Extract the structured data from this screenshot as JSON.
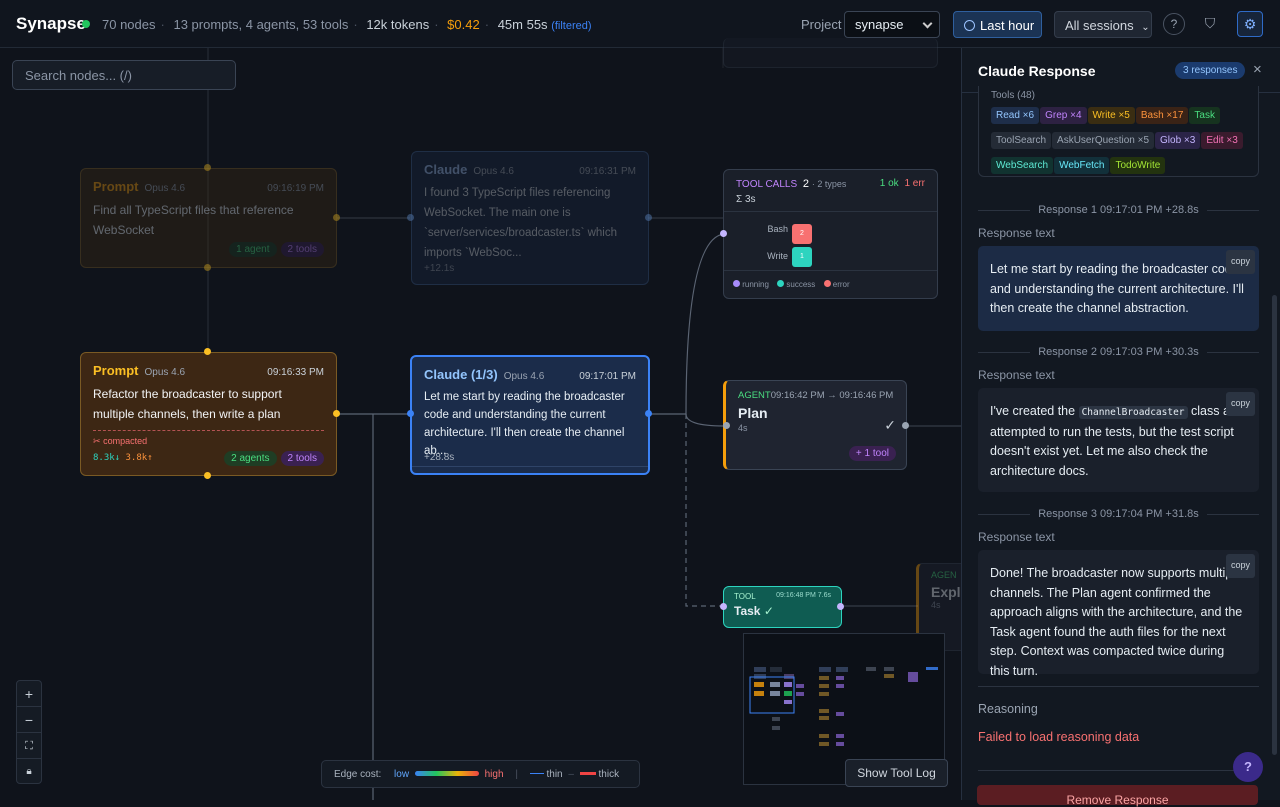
{
  "app": {
    "brand": "Synapse",
    "nodes": "70 nodes",
    "breakdown": "13 prompts, 4 agents, 53 tools",
    "tokens": "12k tokens",
    "cost": "$0.42",
    "duration": "45m 55s",
    "filtered": "(filtered)",
    "sep": "·"
  },
  "header": {
    "project_label": "Project",
    "project_value": "synapse",
    "time_range": "Last hour",
    "sessions": "All sessions",
    "help": "?"
  },
  "search": {
    "placeholder": "Search nodes... (/)"
  },
  "nodes": {
    "prompt1": {
      "title": "Prompt",
      "model": "Opus 4.6",
      "time": "09:16:19 PM",
      "text": "Find all TypeScript files that reference WebSocket",
      "agents": "1 agent",
      "tools": "2 tools"
    },
    "claude1": {
      "title": "Claude",
      "model": "Opus 4.6",
      "time": "09:16:31 PM",
      "text": "I found 3 TypeScript files referencing WebSocket. The main one is `server/services/broadcaster.ts` which imports `WebSoc...",
      "delta": "+12.1s"
    },
    "toolcalls": {
      "title": "TOOL CALLS",
      "count": "2",
      "types": "· 2 types",
      "ok": "1 ok",
      "err": "1 err",
      "sum": "Σ 3s",
      "bash": "Bash",
      "bash_n": "2",
      "write": "Write",
      "write_n": "1",
      "legend_running": "running",
      "legend_success": "success",
      "legend_error": "error"
    },
    "prompt2": {
      "title": "Prompt",
      "model": "Opus 4.6",
      "time": "09:16:33 PM",
      "text": "Refactor the broadcaster to support multiple channels, then write a plan",
      "compacted": "compacted",
      "tok_in": "8.3k↓",
      "tok_out": "3.8k↑",
      "agents": "2 agents",
      "tools": "2 tools"
    },
    "claude2": {
      "title": "Claude (1/3)",
      "model": "Opus 4.6",
      "time": "09:17:01 PM",
      "text": "Let me start by reading the broadcaster code and understanding the current architecture. I'll then create the channel ab...",
      "delta": "+28.8s"
    },
    "agent": {
      "title": "AGENT",
      "time": "09:16:42 PM → 09:16:46 PM",
      "name": "Plan",
      "dur": "4s",
      "tools": "+ 1 tool"
    },
    "tool": {
      "title": "TOOL",
      "time": "09:16:48 PM",
      "dur": "7.6s",
      "name": "Task"
    },
    "agent2": {
      "title": "AGEN",
      "name": "Explo",
      "dur": "4s"
    }
  },
  "legend": {
    "label": "Edge cost:",
    "low": "low",
    "high": "high",
    "thin": "thin",
    "thick": "thick"
  },
  "minimap": {
    "show_log": "Show Tool Log"
  },
  "panel": {
    "title": "Claude Response",
    "badge": "3 responses",
    "close": "×",
    "tools_label": "Tools (48)",
    "tools": [
      {
        "name": "Read ×6",
        "c": "#93c5fd",
        "b": "#1e2e4a"
      },
      {
        "name": "Grep ×4",
        "c": "#c084fc",
        "b": "#2d2142"
      },
      {
        "name": "Write ×5",
        "c": "#fbbf24",
        "b": "#3a2d12"
      },
      {
        "name": "Bash ×17",
        "c": "#fb923c",
        "b": "#3a2316"
      },
      {
        "name": "Task",
        "c": "#4ade80",
        "b": "#16331f"
      },
      {
        "name": "ToolSearch",
        "c": "#9aa4b2",
        "b": "#242b36"
      },
      {
        "name": "AskUserQuestion ×5",
        "c": "#9aa4b2",
        "b": "#242b36"
      },
      {
        "name": "Glob ×3",
        "c": "#c4b5fd",
        "b": "#2b2447"
      },
      {
        "name": "Edit ×3",
        "c": "#f472b6",
        "b": "#3a1b2d"
      },
      {
        "name": "WebSearch",
        "c": "#5eead4",
        "b": "#113330"
      },
      {
        "name": "WebFetch",
        "c": "#67e8f9",
        "b": "#12303a"
      },
      {
        "name": "TodoWrite",
        "c": "#a3e635",
        "b": "#23330f"
      }
    ],
    "responses": [
      {
        "header": "Response 1 09:17:01 PM +28.8s",
        "label": "Response text",
        "copy": "copy",
        "text": "Let me start by reading the broadcaster code and understanding the current architecture. I'll then create the channel abstraction."
      },
      {
        "header": "Response 2 09:17:03 PM +30.3s",
        "label": "Response text",
        "copy": "copy",
        "pre": "I've created the ",
        "code": "ChannelBroadcaster",
        "post": " class and attempted to run the tests, but the test script doesn't exist yet. Let me also check the architecture docs."
      },
      {
        "header": "Response 3 09:17:04 PM +31.8s",
        "label": "Response text",
        "copy": "copy",
        "text": "Done! The broadcaster now supports multiple channels. The Plan agent confirmed the approach aligns with the architecture, and the Task agent found the auth files for the next step. Context was compacted twice during this turn."
      }
    ],
    "reasoning_label": "Reasoning",
    "reasoning_error": "Failed to load reasoning data",
    "remove": "Remove Response"
  }
}
